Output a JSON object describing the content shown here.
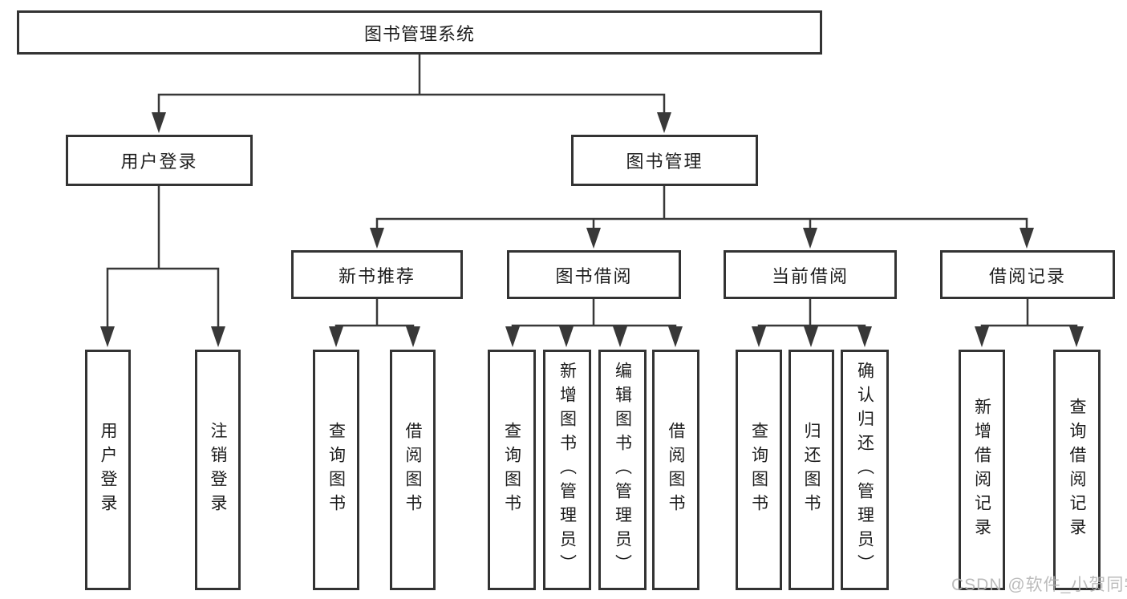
{
  "tree": {
    "root": {
      "label": "图书管理系统"
    },
    "branches": [
      {
        "label": "用户登录",
        "children": [
          {
            "label": "用户登录"
          },
          {
            "label": "注销登录"
          }
        ]
      },
      {
        "label": "图书管理",
        "children": [
          {
            "label": "新书推荐",
            "children": [
              {
                "label": "查询图书"
              },
              {
                "label": "借阅图书"
              }
            ]
          },
          {
            "label": "图书借阅",
            "children": [
              {
                "label": "查询图书"
              },
              {
                "label": "新增图书（管理员）"
              },
              {
                "label": "编辑图书（管理员）"
              },
              {
                "label": "借阅图书"
              }
            ]
          },
          {
            "label": "当前借阅",
            "children": [
              {
                "label": "查询图书"
              },
              {
                "label": "归还图书"
              },
              {
                "label": "确认归还（管理员）"
              }
            ]
          },
          {
            "label": "借阅记录",
            "children": [
              {
                "label": "新增借阅记录"
              },
              {
                "label": "查询借阅记录"
              }
            ]
          }
        ]
      }
    ]
  },
  "watermark": "CSDN @软件_小贺同学",
  "colors": {
    "line": "#383838",
    "box_border": "#333333",
    "text": "#1d1d1d",
    "background": "#ffffff",
    "watermark": "#b4b4b4"
  }
}
